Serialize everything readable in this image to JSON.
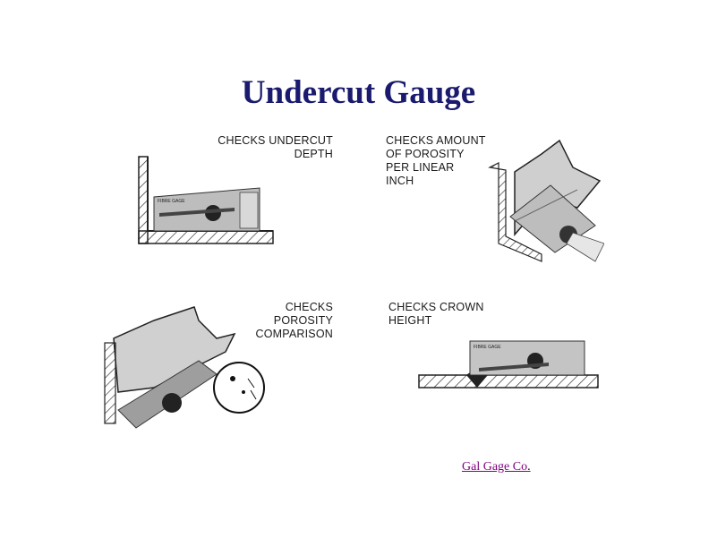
{
  "title": "Undercut Gauge",
  "panels": {
    "undercut": {
      "label": "CHECKS UNDERCUT\nDEPTH",
      "gauge_text": "FIBRE GAGE"
    },
    "porosity_amount": {
      "label": "CHECKS AMOUNT\nOF POROSITY\nPER LINEAR\nINCH"
    },
    "porosity_comparison": {
      "label": "CHECKS\nPOROSITY\nCOMPARISON"
    },
    "crown": {
      "label": "CHECKS CROWN\nHEIGHT",
      "gauge_text": "FIBRE GAGE"
    }
  },
  "footer": {
    "link_text": "Gal Gage Co",
    "trailing": "."
  },
  "colors": {
    "title": "#1a1a6e",
    "link": "#800080"
  }
}
